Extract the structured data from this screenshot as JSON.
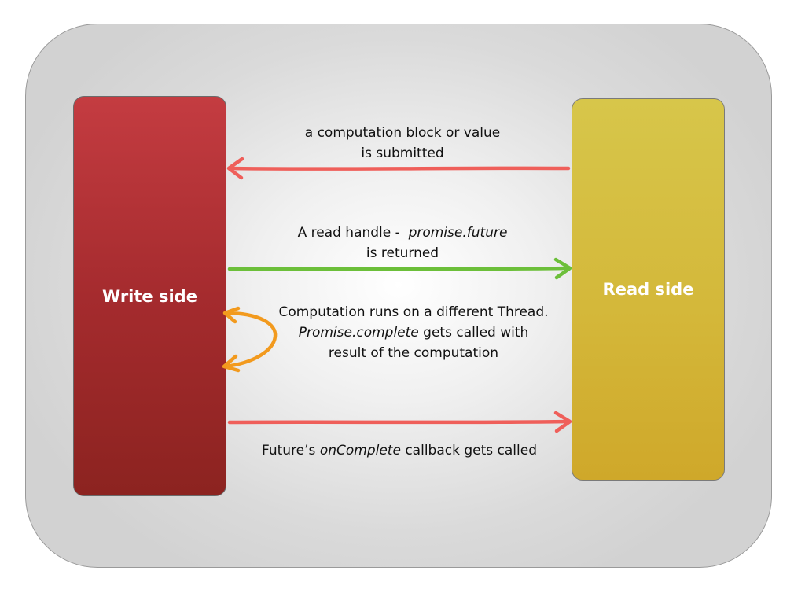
{
  "diagram": {
    "write_side": {
      "label": "Write side",
      "color": "#b3353a"
    },
    "read_side": {
      "label": "Read side",
      "color": "#d4bc3c"
    },
    "arrows": {
      "submit": {
        "line1": "a computation block or value",
        "line2": "is submitted",
        "color": "#ef5f5a"
      },
      "returned": {
        "line1_prefix": "A read handle -  ",
        "line1_italic": "promise.future",
        "line2": "is returned",
        "color": "#6cbf3a"
      },
      "computation": {
        "line1": "Computation runs on a different Thread.",
        "line2_italic": "Promise.complete",
        "line2_suffix": " gets called with",
        "line3": "result of the computation",
        "color": "#f29a1e"
      },
      "callback": {
        "prefix": "Future’s ",
        "italic": "onComplete",
        "suffix": " callback gets called",
        "color": "#ef5f5a"
      }
    }
  }
}
